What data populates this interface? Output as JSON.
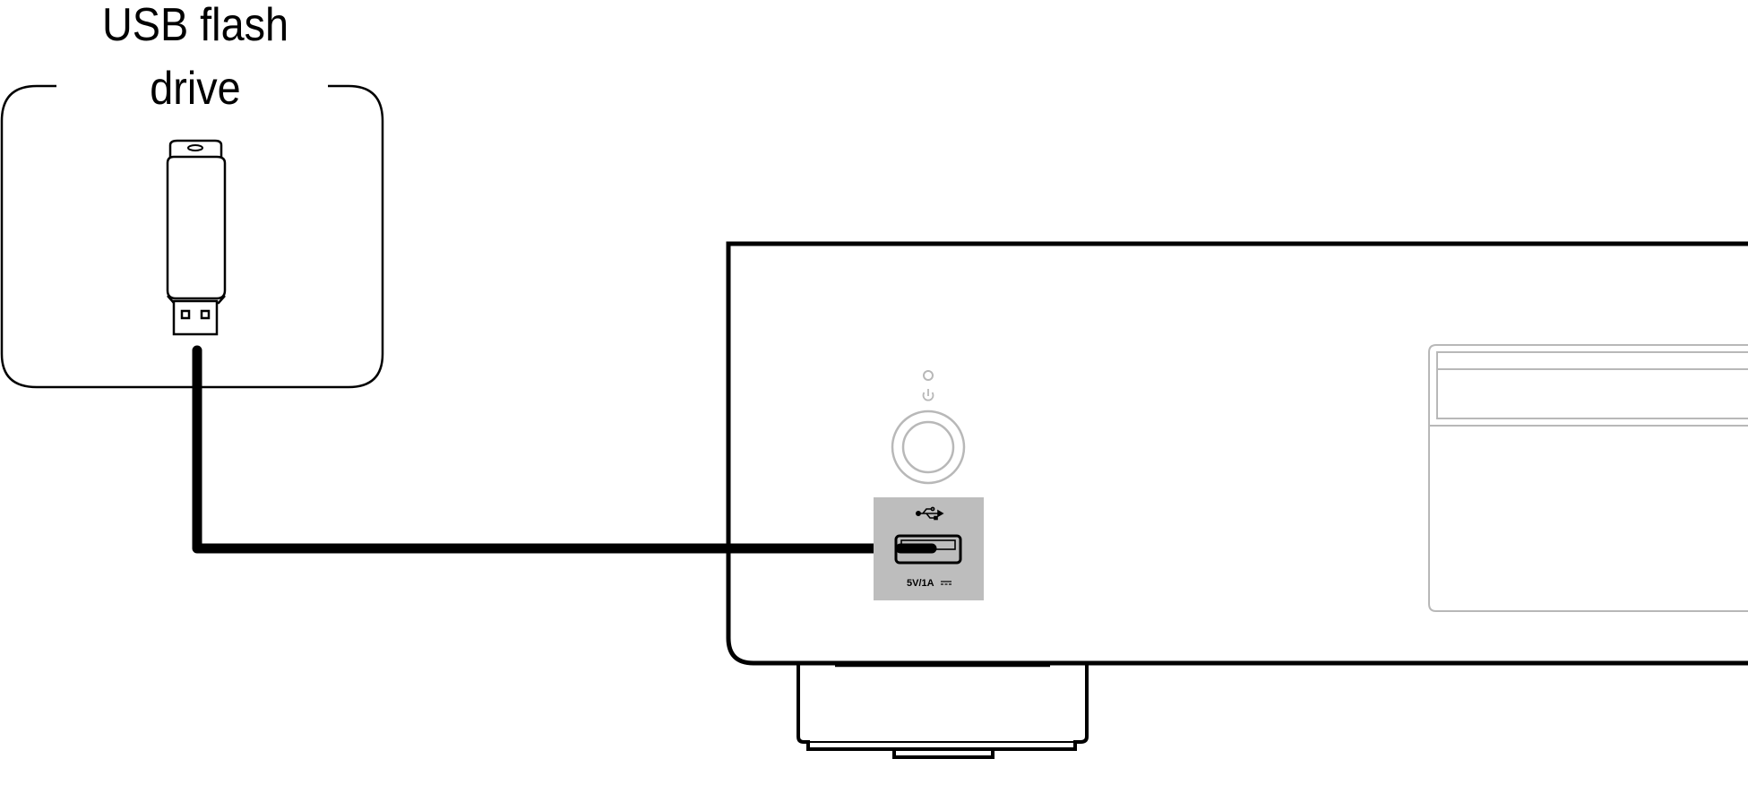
{
  "device_label": {
    "line1": "USB flash",
    "line2": "drive"
  },
  "usb_port": {
    "rating": "5V/1A"
  },
  "colors": {
    "line": "#000000",
    "panel_gray": "#bdbdbd",
    "faint_gray": "#b8b8b8",
    "background": "#ffffff"
  }
}
